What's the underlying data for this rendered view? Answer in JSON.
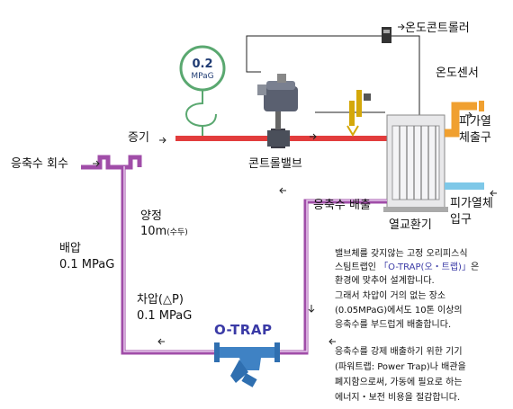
{
  "labels": {
    "temp_controller": "온도콘트롤러",
    "temp_sensor": "온도센서",
    "heated_outlet_line1": "피가열",
    "heated_outlet_line2": "체출구",
    "heated_inlet_line1": "피가열체",
    "heated_inlet_line2": "입구",
    "steam": "증기",
    "control_valve": "콘트롤밸브",
    "condensate_return": "응축수 회수",
    "condensate_discharge": "응축수 배출",
    "heat_exchanger": "열교환기",
    "lift_label": "양정",
    "lift_value": "10m",
    "lift_unit": "(수두)",
    "back_pressure_label": "배압",
    "back_pressure_value": "0.1  MPaG",
    "diff_pressure_label": "차압(△P)",
    "diff_pressure_value": "0.1  MPaG",
    "otrap": "O-TRAP"
  },
  "gauge": {
    "value": "0.2",
    "unit": "MPaG"
  },
  "description": {
    "p1_line1": "밸브체를 갖지않는 고정 오리피스식",
    "p1_line2_pre": "스팀트랩인 ",
    "p1_line2_hl": "「O-TRAP(오・트랩)」",
    "p1_line2_post": "은",
    "p1_line3": "환경에 맞추어 설계합니다.",
    "p1_line4": "그래서 차압이 거의 없는 장소",
    "p1_line5": "(0.05MPaG)에서도 10톤 이상의",
    "p1_line6": "응축수를 부드럽게 배출합니다.",
    "p2_line1": "응축수를 강제 배출하기 위한 기기",
    "p2_line2": "(파워트랩: Power Trap)나 배관을",
    "p2_line3": "폐지함으로써, 가동에 필요로 하는",
    "p2_line4": "에너지・보전 비용을 절감합니다."
  },
  "colors": {
    "steam_pipe": "#e23c3c",
    "condensate_pipe": "#a04da8",
    "outlet_pipe": "#f0a030",
    "inlet_pipe": "#7ec8e8",
    "gauge_ring": "#5aa870",
    "trap_body": "#2f6fb0",
    "accent_text": "#3a3aa6"
  }
}
